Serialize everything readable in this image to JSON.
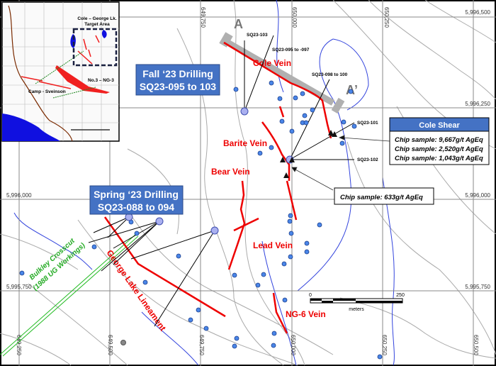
{
  "map": {
    "easting_labels": [
      "649,250",
      "649,500",
      "649,750",
      "650,000",
      "650,250",
      "650,500"
    ],
    "northing_labels": [
      "5,996,500",
      "5,996,250",
      "5,996,000",
      "5,995,750"
    ],
    "section_labels": {
      "start": "A",
      "end": "A’"
    },
    "veins": [
      "Cole Vein",
      "Barite Vein",
      "Bear Vein",
      "Lead Vein",
      "NG-6 Vein",
      "George Lake Lineament"
    ],
    "crosscut": {
      "line1": "Bulkley Crosscut",
      "line2": "(1988 UG Workings)"
    },
    "holes": [
      "SQ23-103",
      "SQ23-095 to -097",
      "SQ23-098 to 100",
      "SQ23-101",
      "SQ23-102"
    ],
    "fall_box": {
      "line1": "Fall ‘23 Drilling",
      "line2": "SQ23-095 to 103"
    },
    "spring_box": {
      "line1": "Spring ‘23 Drilling",
      "line2": "SQ23-088 to 094"
    },
    "cole_shear": {
      "title": "Cole Shear",
      "samples": [
        "Chip sample: 9,667g/t AgEq",
        "Chip sample: 2,520g/t AgEq",
        "Chip sample: 1,043g/t AgEq"
      ]
    },
    "chip_single": "Chip sample: 633g/t AgEq",
    "scale": {
      "min": "0",
      "max": "250",
      "unit": "meters"
    }
  },
  "inset": {
    "target_label_1": "Cole – George Lk.",
    "target_label_2": "Target Area",
    "no3": "No.3 – NG-3",
    "camp": "Camp - Sveinson"
  },
  "colors": {
    "vein": "#ee0000",
    "box": "#4472c4",
    "water": "#0000ee",
    "crosscut": "#22bb22"
  }
}
